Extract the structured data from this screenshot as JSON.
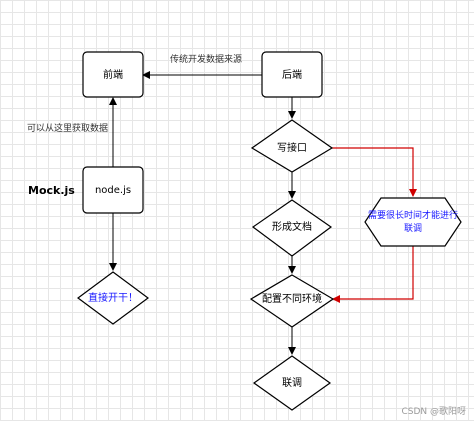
{
  "colors": {
    "stroke": "#000000",
    "red": "#d00000",
    "blue_text": "#1a1aff",
    "node_fill": "#ffffff"
  },
  "nodes": {
    "frontend": "前端",
    "backend": "后端",
    "write_api": "写接口",
    "form_doc": "形成文档",
    "config_env": "配置不同环境",
    "joint_debug": "联调",
    "nodejs": "node.js",
    "direct_open": "直接开干！",
    "long_time_line1": "需要很长时间才能进行",
    "long_time_line2": "联调"
  },
  "labels": {
    "transfer_data": "传统开发数据来源",
    "get_data_here": "可以从这里获取数据",
    "mockjs": "Mock.js"
  },
  "watermark": "CSDN @歌阳呀"
}
